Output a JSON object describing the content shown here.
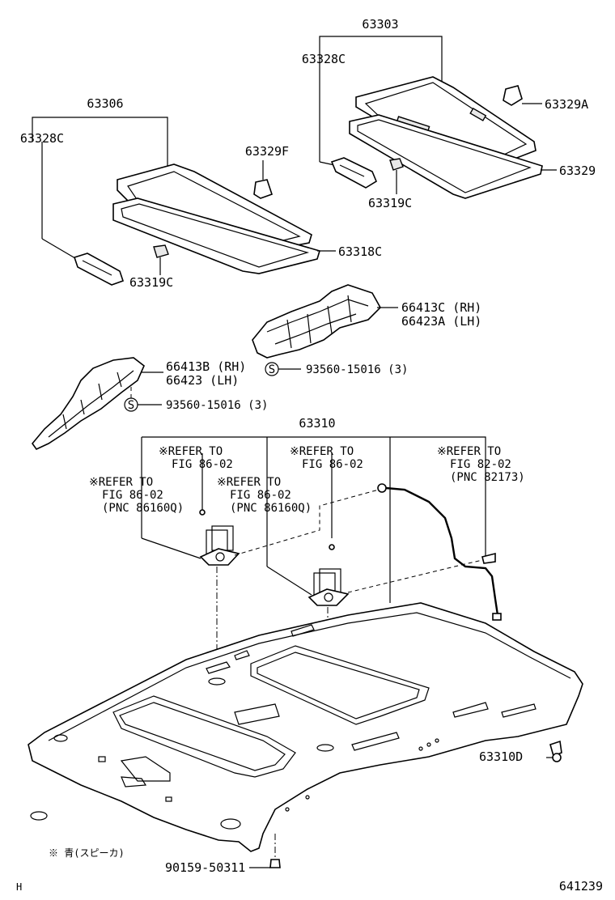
{
  "labels": {
    "p63303": "63303",
    "p63328c_right": "63328C",
    "p63329a": "63329A",
    "p63329": "63329",
    "p63319c_right": "63319C",
    "p63306": "63306",
    "p63328c_left": "63328C",
    "p63329f": "63329F",
    "p63318c": "63318C",
    "p63319c_left": "63319C",
    "p66413c_rh": "66413C (RH)",
    "p66423a_lh": "66423A (LH)",
    "p66413b_rh": "66413B (RH)",
    "p66423_lh": "66423  (LH)",
    "screw_upper": "93560-15016 (3)",
    "screw_lower": "93560-15016 (3)",
    "screw_symbol": "S",
    "p63310": "63310",
    "p63310d": "63310D",
    "p90159": "90159-50311",
    "drawing_code": "641239",
    "corner_mark": "H",
    "footnote": "※ 青(スピーカ)"
  },
  "refs": {
    "ref1": {
      "l1": "※REFER TO",
      "l2": "FIG 86-02"
    },
    "ref2": {
      "l1": "※REFER TO",
      "l2": "FIG 86-02"
    },
    "ref3": {
      "l1": "※REFER TO",
      "l2": "FIG 82-02",
      "l3": "(PNC 82173)"
    },
    "ref4": {
      "l1": "※REFER TO",
      "l2": "FIG 86-02",
      "l3": "(PNC 86160Q)"
    },
    "ref5": {
      "l1": "※REFER TO",
      "l2": "FIG 86-02",
      "l3": "(PNC 86160Q)"
    }
  }
}
